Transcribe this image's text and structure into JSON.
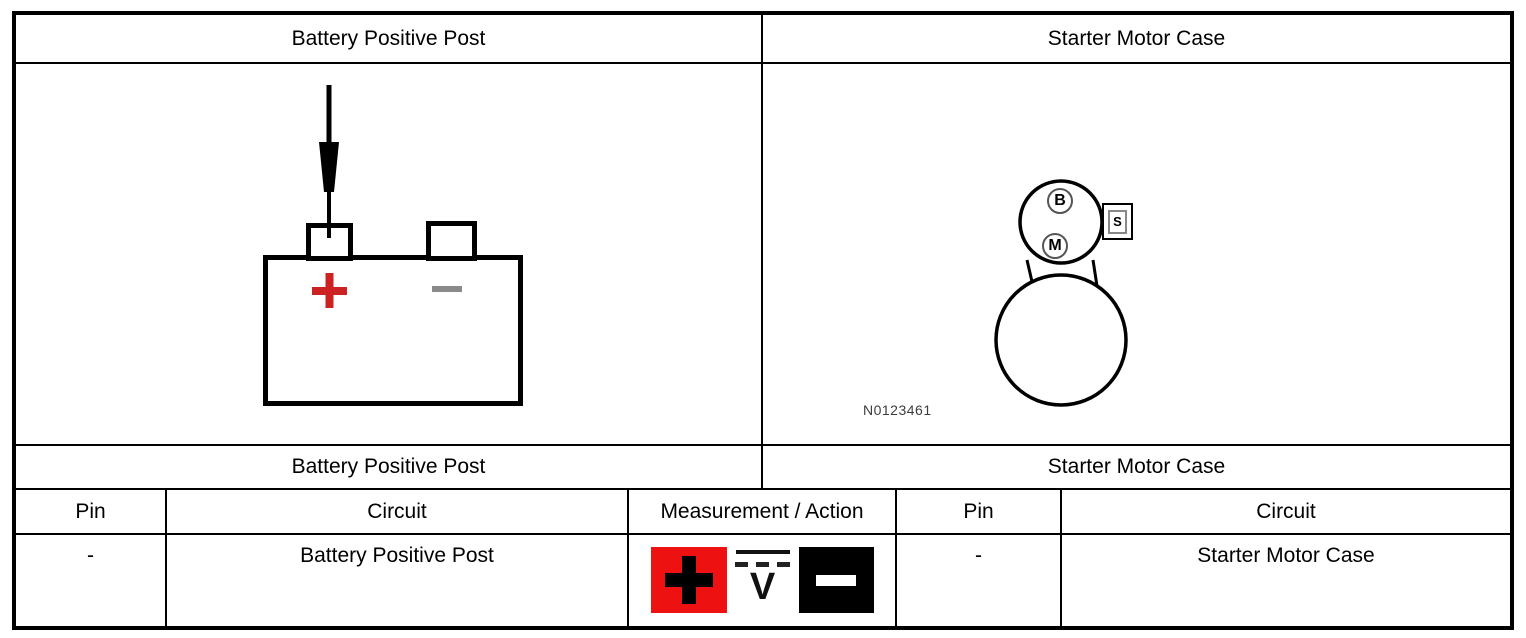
{
  "theme": {
    "red": "#cc2222",
    "gray": "#8a8a8a",
    "icon_red": "#ee1111"
  },
  "panel": {
    "top_left_title": "Battery Positive Post",
    "top_right_title": "Starter Motor Case",
    "bottom_left_caption": "Battery Positive Post",
    "bottom_right_caption": "Starter Motor Case"
  },
  "battery_figure": {
    "positive_symbol": "+",
    "negative_symbol": "-"
  },
  "starter_figure": {
    "terminal_b": "B",
    "terminal_m": "M",
    "terminal_s": "S",
    "figure_id": "N0123461"
  },
  "pin_table": {
    "headers": [
      "Pin",
      "Circuit",
      "Measurement / Action",
      "Pin",
      "Circuit"
    ],
    "row": {
      "left_pin": "-",
      "left_circuit": "Battery Positive Post",
      "right_pin": "-",
      "right_circuit": "Starter Motor Case"
    },
    "measurement": {
      "icons": [
        "voltmeter-positive-lead-icon",
        "dc-volts-icon",
        "voltmeter-negative-lead-icon"
      ],
      "dc_volts_label": "V"
    }
  }
}
